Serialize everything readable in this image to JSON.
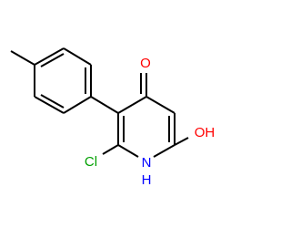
{
  "molecule": {
    "atoms": {
      "oxygen_ketone": {
        "symbol": "O",
        "color": "#ff0000"
      },
      "chlorine": {
        "symbol": "Cl",
        "color": "#00a000"
      },
      "nitrogen": {
        "symbol": "N",
        "color": "#0000ff"
      },
      "nitrogen_hydrogen": {
        "symbol": "H",
        "color": "#0000ff"
      },
      "hydroxyl": {
        "symbol": "OH",
        "color": "#ff0000"
      }
    },
    "bond_color": "#000000"
  }
}
